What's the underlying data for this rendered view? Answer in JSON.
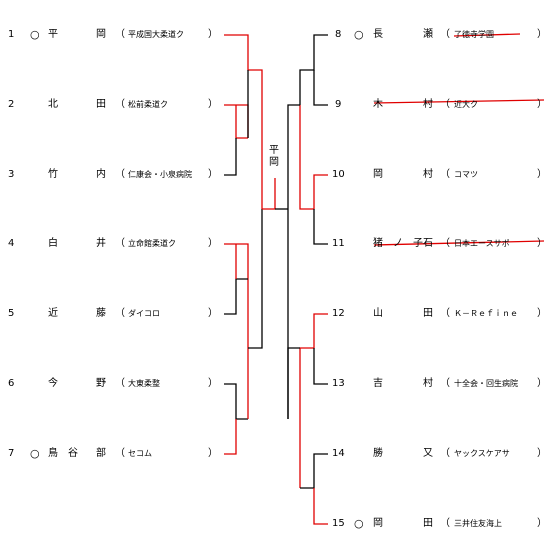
{
  "left": [
    {
      "no": "1",
      "seed": "○",
      "surname": "平",
      "given": "岡",
      "open": "（",
      "club": "平成国大柔道ク",
      "close": "）"
    },
    {
      "no": "2",
      "seed": "",
      "surname": "北",
      "given": "田",
      "open": "（",
      "club": "松前柔道ク",
      "close": "）"
    },
    {
      "no": "3",
      "seed": "",
      "surname": "竹",
      "given": "内",
      "open": "（",
      "club": "仁康会・小泉病院",
      "close": "）"
    },
    {
      "no": "4",
      "seed": "",
      "surname": "白",
      "given": "井",
      "open": "（",
      "club": "立命館柔道ク",
      "close": "）"
    },
    {
      "no": "5",
      "seed": "",
      "surname": "近",
      "given": "藤",
      "open": "（",
      "club": "ダイコロ",
      "close": "）"
    },
    {
      "no": "6",
      "seed": "",
      "surname": "今",
      "given": "野",
      "open": "（",
      "club": "大東柔整",
      "close": "）"
    },
    {
      "no": "7",
      "seed": "○",
      "surname": "鳥　谷",
      "given": "部",
      "open": "（",
      "club": "セコム",
      "close": "）"
    }
  ],
  "right": [
    {
      "no": "8",
      "seed": "○",
      "surname": "長",
      "given": "瀬",
      "open": "（",
      "club": "了徳寺学園",
      "close": "）"
    },
    {
      "no": "9",
      "seed": "",
      "surname": "木",
      "given": "村",
      "open": "（",
      "club": "近大ク",
      "close": "）"
    },
    {
      "no": "10",
      "seed": "",
      "surname": "岡",
      "given": "村",
      "open": "（",
      "club": "コマツ",
      "close": "）"
    },
    {
      "no": "11",
      "seed": "",
      "surname": "猪　ノ　子",
      "given": "石",
      "open": "（",
      "club": "日本エースサポ",
      "close": "）"
    },
    {
      "no": "12",
      "seed": "",
      "surname": "山",
      "given": "田",
      "open": "（",
      "club": "Ｋ－Ｒｅｆｉｎｅ",
      "close": "）"
    },
    {
      "no": "13",
      "seed": "",
      "surname": "吉",
      "given": "村",
      "open": "（",
      "club": "十全会・回生病院",
      "close": "）"
    },
    {
      "no": "14",
      "seed": "",
      "surname": "勝",
      "given": "又",
      "open": "（",
      "club": "ヤックスケアサ",
      "close": "）"
    },
    {
      "no": "15",
      "seed": "○",
      "surname": "岡",
      "given": "田",
      "open": "（",
      "club": "三井住友海上",
      "close": "）"
    }
  ],
  "final_winner": [
    "平",
    "岡"
  ],
  "colors": {
    "win": "#e00000",
    "line": "#000000",
    "strike": "#e00000"
  }
}
